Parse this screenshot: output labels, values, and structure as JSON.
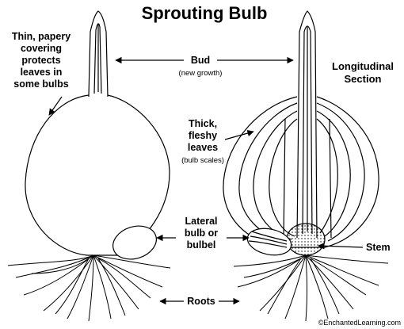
{
  "title": "Sprouting Bulb",
  "labels": {
    "covering": [
      "Thin, papery",
      "covering",
      "protects",
      "leaves in",
      "some bulbs"
    ],
    "bud": "Bud",
    "bud_note": "(new growth)",
    "section": [
      "Longitudinal",
      "Section"
    ],
    "leaves": [
      "Thick,",
      "fleshy",
      "leaves"
    ],
    "leaves_note": "(bulb scales)",
    "lateral": [
      "Lateral",
      "bulb or",
      "bulbel"
    ],
    "stem": "Stem",
    "roots": "Roots"
  },
  "credit": "©EnchantedLearning.com",
  "colors": {
    "ink": "#000000",
    "background": "#ffffff"
  }
}
